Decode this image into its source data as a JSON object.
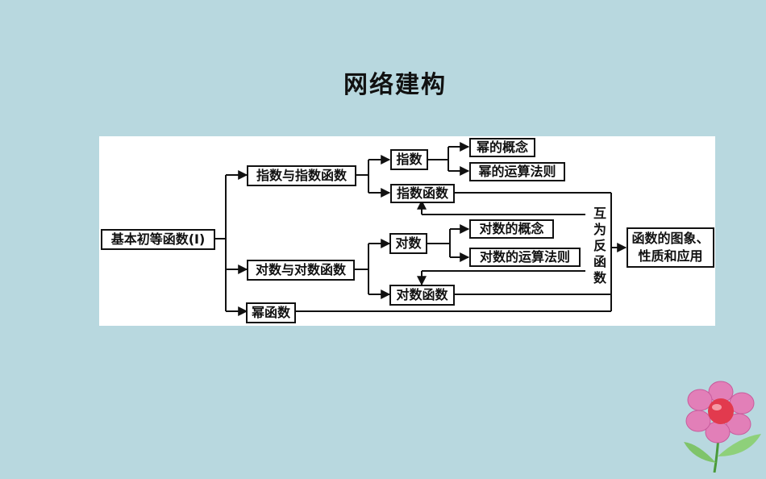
{
  "title": "网络建构",
  "diagram": {
    "root": "基本初等函数(Ⅰ)",
    "exp_branch": "指数与指数函数",
    "log_branch": "对数与对数函数",
    "power_branch": "幂函数",
    "exp": "指数",
    "exp_fn": "指数函数",
    "power_concept": "幂的概念",
    "power_rules": "幂的运算法则",
    "log": "对数",
    "log_fn": "对数函数",
    "log_concept": "对数的概念",
    "log_rules": "对数的运算法则",
    "inverse": [
      "互",
      "为",
      "反",
      "函",
      "数"
    ],
    "result_line1": "函数的图象、",
    "result_line2": "性质和应用"
  }
}
